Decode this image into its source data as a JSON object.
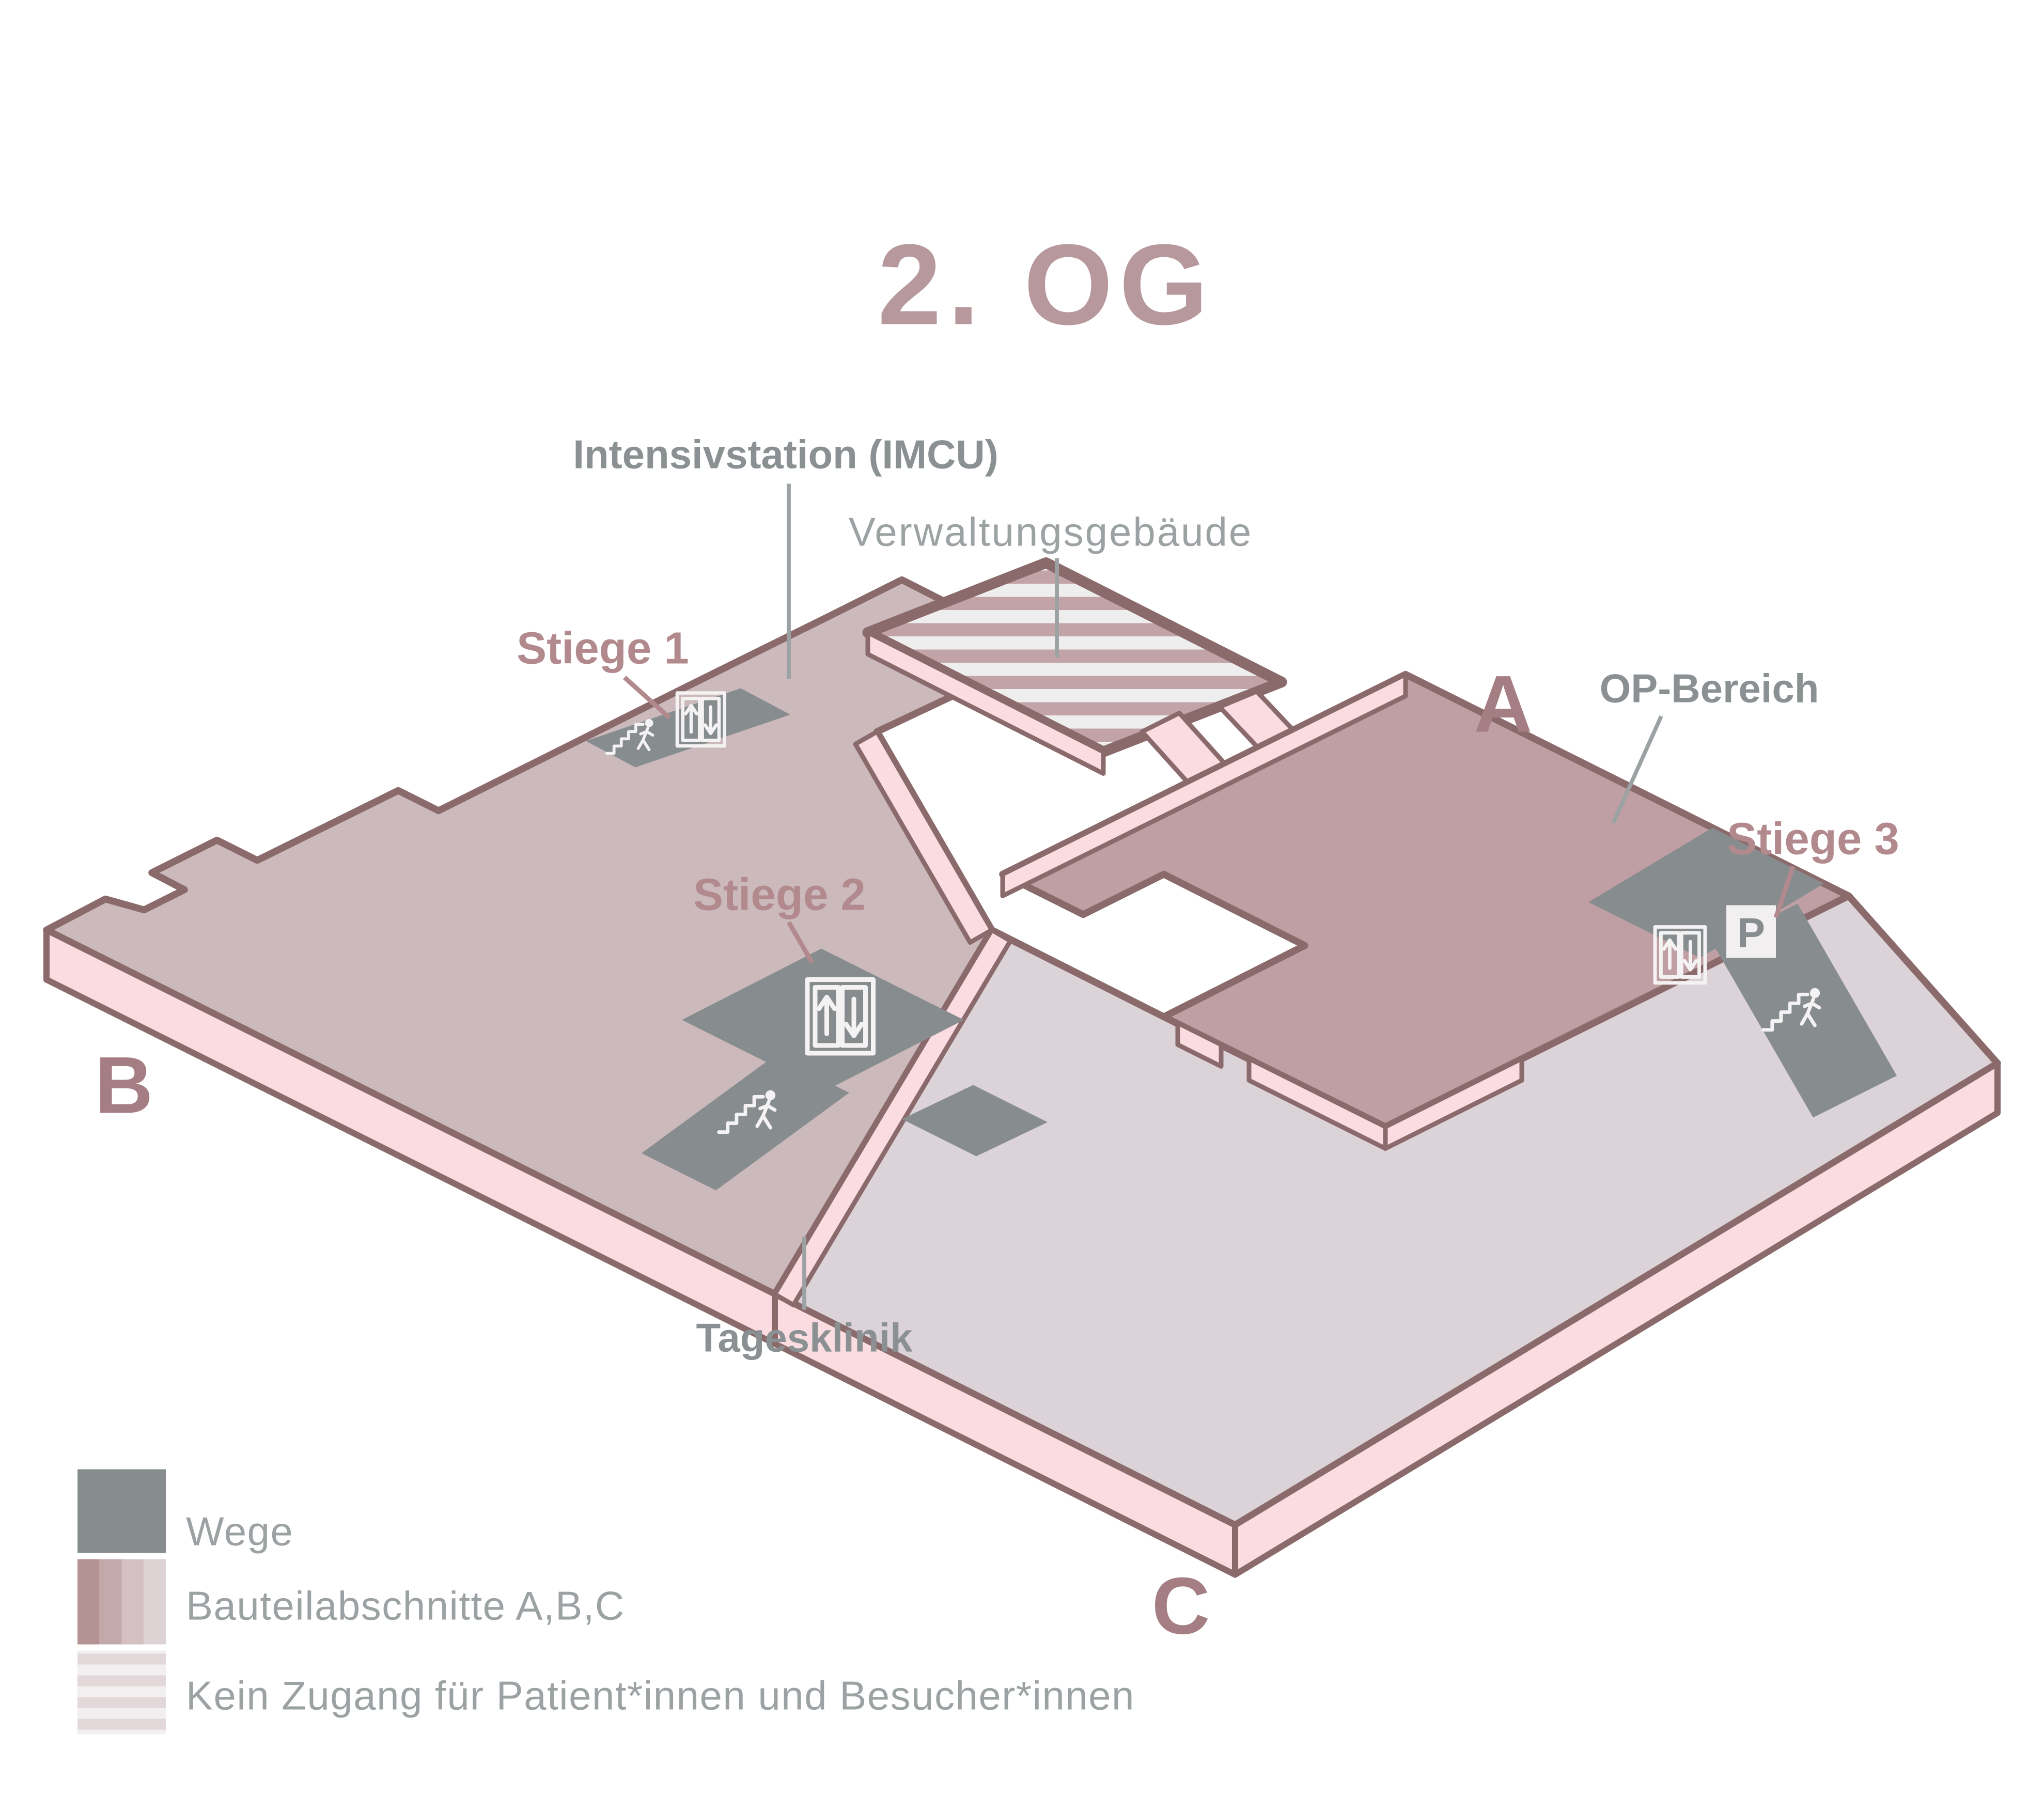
{
  "title": "2. OG",
  "floor_plan": {
    "section_labels": {
      "a": "A",
      "b": "B",
      "c": "C"
    },
    "area_labels": {
      "intensivstation": "Intensivstation (IMCU)",
      "verwaltungsgebaeude": "Verwaltungsgebäude",
      "op_bereich": "OP-Bereich",
      "tagesklinik": "Tagesklinik",
      "stiege1": "Stiege 1",
      "stiege2": "Stiege 2",
      "stiege3": "Stiege 3",
      "parking_sign": "P"
    },
    "icons": [
      "elevator-icon",
      "stairs-person-icon",
      "parking-icon"
    ]
  },
  "legend": {
    "items": [
      {
        "label": "Wege",
        "swatch": "solid-gray"
      },
      {
        "label": "Bauteilabschnitte A,B,C",
        "swatch": "mauve-vertical-bands"
      },
      {
        "label": "Kein Zugang für Patient*innen und Besucher*innen",
        "swatch": "rose-horizontal-stripes"
      }
    ]
  },
  "colors": {
    "accent_mauve": "#b7999d",
    "section_a": "#bf9fa3",
    "section_b": "#cbb9bc",
    "section_c": "#dbd3d7",
    "slab_pink": "#fbdce0",
    "outline": "#8b6a6c",
    "wege_gray": "#878d8f",
    "stripe_mauve": "#c2a3a8",
    "stripe_white": "#efeeee",
    "label_gray": "#8b9192",
    "label_light_gray": "#9ca2a3",
    "letter_mauve": "#a47e82"
  }
}
